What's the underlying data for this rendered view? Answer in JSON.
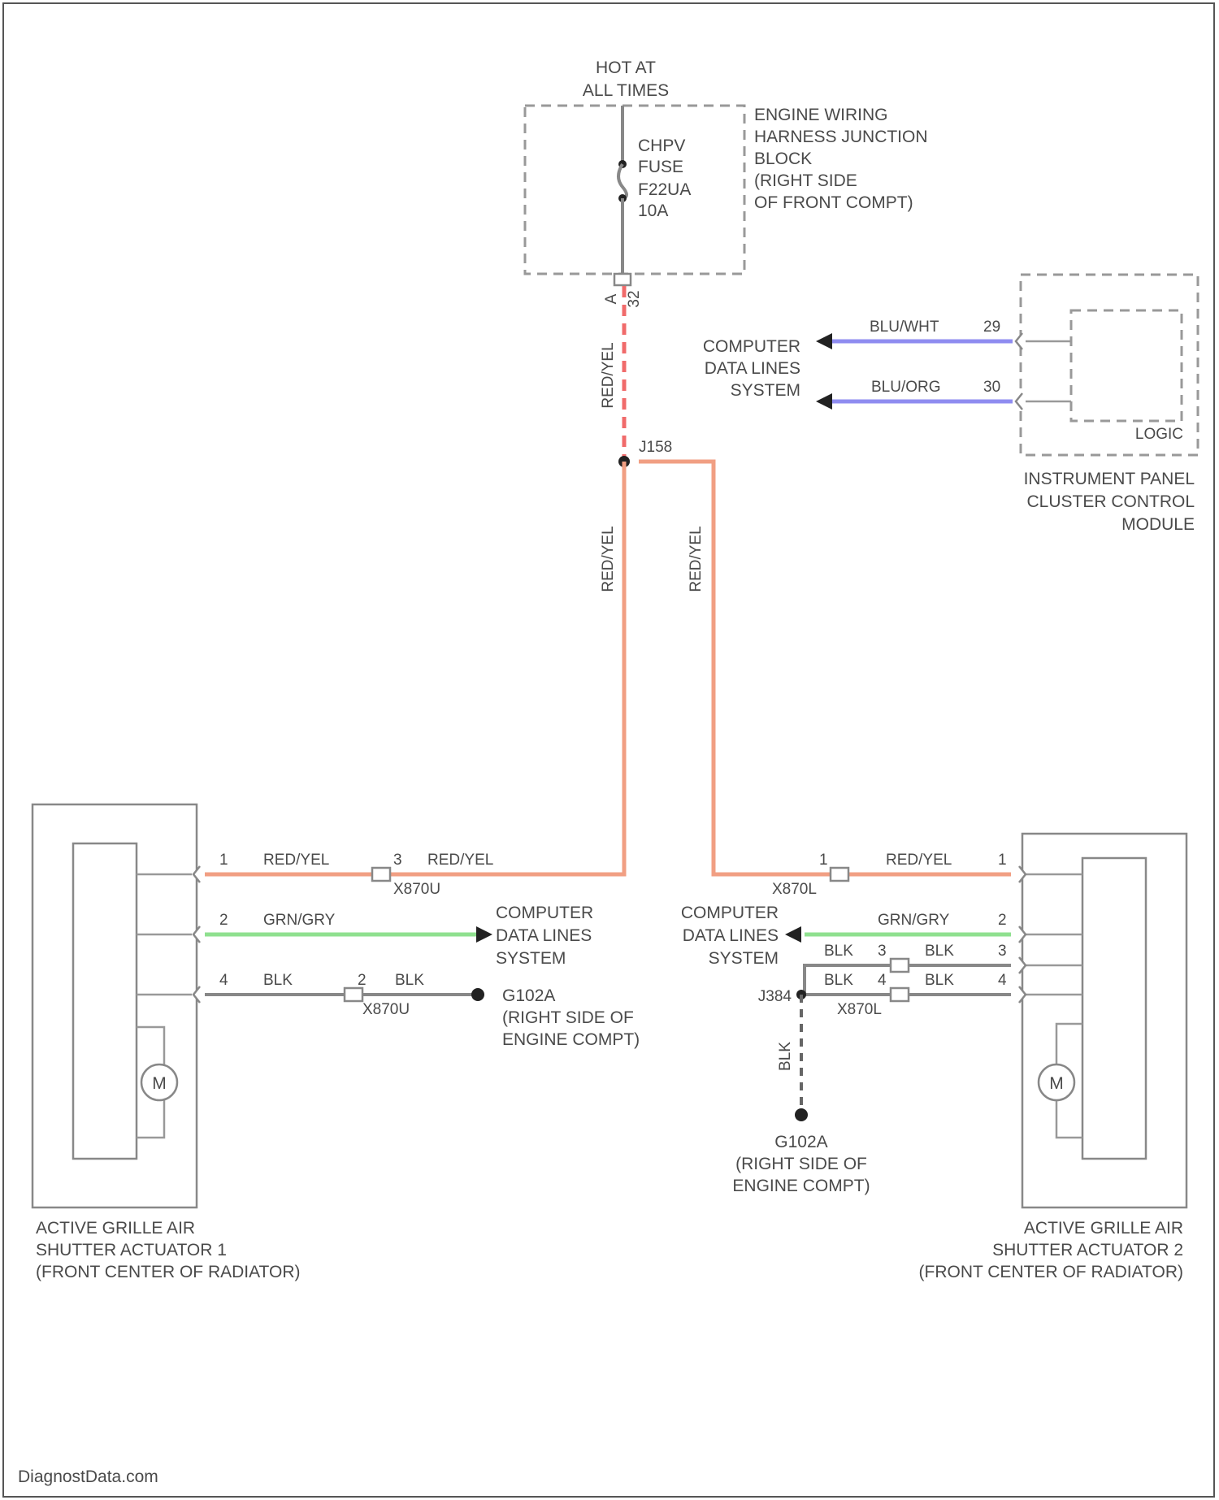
{
  "power": {
    "hot_line1": "HOT AT",
    "hot_line2": "ALL TIMES",
    "fuse_line1": "CHPV",
    "fuse_line2": "FUSE",
    "fuse_line3": "F22UA",
    "fuse_line4": "10A",
    "pin_a": "A",
    "pin_b": "32",
    "ejb_line1": "ENGINE WIRING",
    "ejb_line2": "HARNESS JUNCTION",
    "ejb_line3": "BLOCK",
    "ejb_line4": "(RIGHT SIDE",
    "ejb_line5": "OF FRONT COMPT)"
  },
  "splice_main": "J158",
  "wire_colors": {
    "red_yel": "RED/YEL",
    "blu_wht": "BLU/WHT",
    "blu_org": "BLU/ORG",
    "grn_gry": "GRN/GRY",
    "blk": "BLK"
  },
  "ipc": {
    "pin_29": "29",
    "pin_30": "30",
    "logic": "LOGIC",
    "name_line1": "INSTRUMENT PANEL",
    "name_line2": "CLUSTER CONTROL",
    "name_line3": "MODULE"
  },
  "data_lines": {
    "line1": "COMPUTER",
    "line2": "DATA LINES",
    "line3": "SYSTEM"
  },
  "left": {
    "pin1": "1",
    "pin2": "2",
    "pin4": "4",
    "inline_pin3": "3",
    "inline_pin2": "2",
    "inline_conn": "X870U",
    "inline_conn2": "X870U",
    "ground": "G102A",
    "ground_line2": "(RIGHT SIDE OF",
    "ground_line3": "ENGINE COMPT)",
    "motor": "M",
    "name_line1": "ACTIVE GRILLE AIR",
    "name_line2": "SHUTTER ACTUATOR 1",
    "name_line3": "(FRONT CENTER OF RADIATOR)"
  },
  "right": {
    "pin1": "1",
    "pin2": "2",
    "pin3": "3",
    "pin4": "4",
    "inline_pin1": "1",
    "inline_pin3": "3",
    "inline_pin4": "4",
    "inline_conn": "X870L",
    "inline_conn2": "X870L",
    "splice": "J384",
    "ground": "G102A",
    "ground_line2": "(RIGHT SIDE OF",
    "ground_line3": "ENGINE COMPT)",
    "motor": "M",
    "name_line1": "ACTIVE GRILLE AIR",
    "name_line2": "SHUTTER ACTUATOR 2",
    "name_line3": "(FRONT CENTER OF RADIATOR)"
  },
  "watermark": "DiagnostData.com"
}
